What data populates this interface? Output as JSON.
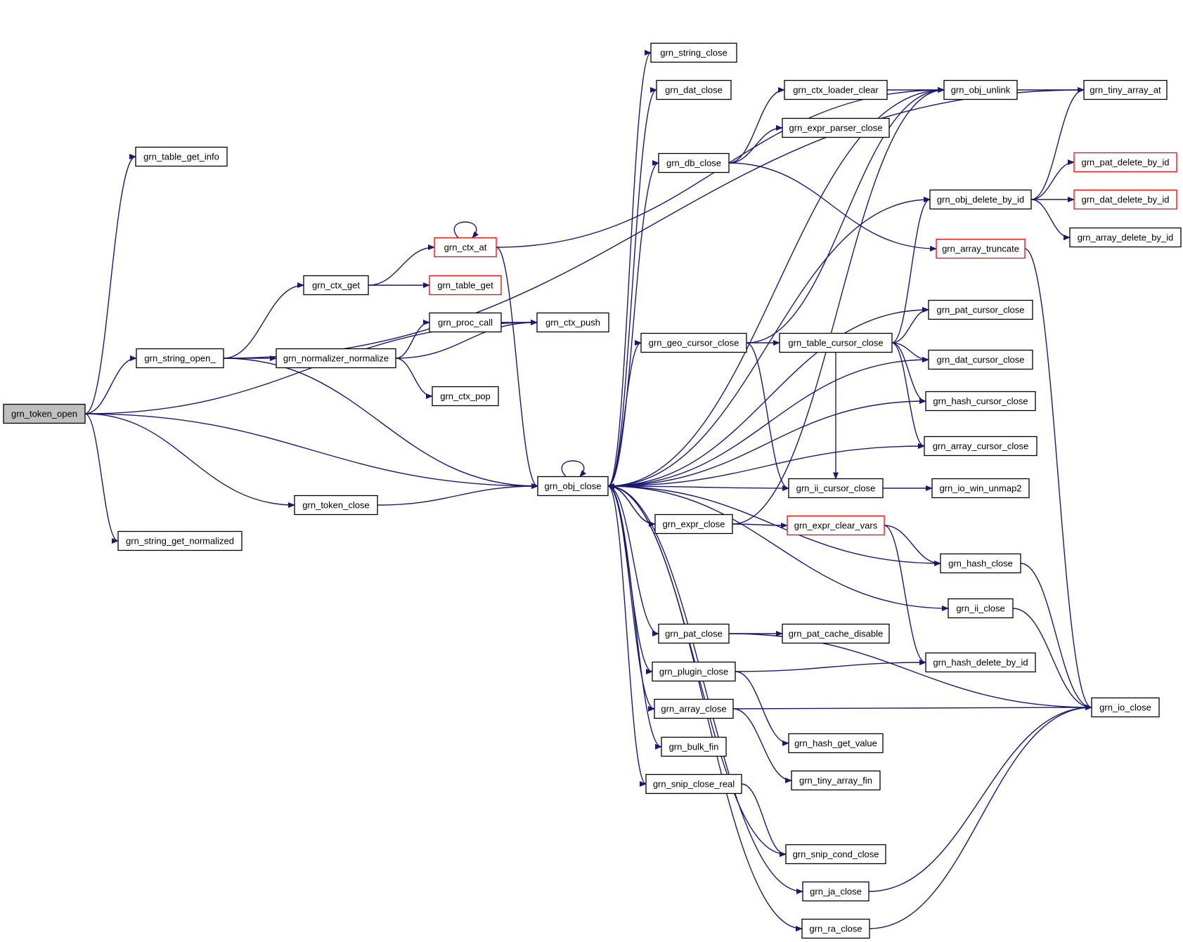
{
  "colors": {
    "edge": "#191970",
    "node_border": "#000000",
    "node_fill": "#ffffff",
    "truncated_border": "#ff0000",
    "root_fill": "#bfbfbf",
    "text": "#000000"
  },
  "nodes": [
    {
      "id": "grn_token_open",
      "label": "grn_token_open",
      "kind": "root"
    },
    {
      "id": "grn_table_get_info",
      "label": "grn_table_get_info",
      "kind": "normal"
    },
    {
      "id": "grn_string_open_",
      "label": "grn_string_open_",
      "kind": "normal"
    },
    {
      "id": "grn_token_close",
      "label": "grn_token_close",
      "kind": "normal"
    },
    {
      "id": "grn_string_get_normalized",
      "label": "grn_string_get_normalized",
      "kind": "normal"
    },
    {
      "id": "grn_ctx_get",
      "label": "grn_ctx_get",
      "kind": "normal"
    },
    {
      "id": "grn_normalizer_normalize",
      "label": "grn_normalizer_normalize",
      "kind": "normal"
    },
    {
      "id": "grn_ctx_at",
      "label": "grn_ctx_at",
      "kind": "truncated"
    },
    {
      "id": "grn_table_get",
      "label": "grn_table_get",
      "kind": "truncated"
    },
    {
      "id": "grn_proc_call",
      "label": "grn_proc_call",
      "kind": "normal"
    },
    {
      "id": "grn_ctx_pop",
      "label": "grn_ctx_pop",
      "kind": "normal"
    },
    {
      "id": "grn_ctx_push",
      "label": "grn_ctx_push",
      "kind": "normal"
    },
    {
      "id": "grn_obj_close",
      "label": "grn_obj_close",
      "kind": "normal"
    },
    {
      "id": "grn_string_close",
      "label": "grn_string_close",
      "kind": "normal"
    },
    {
      "id": "grn_dat_close",
      "label": "grn_dat_close",
      "kind": "normal"
    },
    {
      "id": "grn_db_close",
      "label": "grn_db_close",
      "kind": "normal"
    },
    {
      "id": "grn_geo_cursor_close",
      "label": "grn_geo_cursor_close",
      "kind": "normal"
    },
    {
      "id": "grn_expr_close",
      "label": "grn_expr_close",
      "kind": "normal"
    },
    {
      "id": "grn_pat_close",
      "label": "grn_pat_close",
      "kind": "normal"
    },
    {
      "id": "grn_plugin_close",
      "label": "grn_plugin_close",
      "kind": "normal"
    },
    {
      "id": "grn_array_close",
      "label": "grn_array_close",
      "kind": "normal"
    },
    {
      "id": "grn_bulk_fin",
      "label": "grn_bulk_fin",
      "kind": "normal"
    },
    {
      "id": "grn_snip_close_real",
      "label": "grn_snip_close_real",
      "kind": "normal"
    },
    {
      "id": "grn_ctx_loader_clear",
      "label": "grn_ctx_loader_clear",
      "kind": "normal"
    },
    {
      "id": "grn_expr_parser_close",
      "label": "grn_expr_parser_close",
      "kind": "normal"
    },
    {
      "id": "grn_table_cursor_close",
      "label": "grn_table_cursor_close",
      "kind": "normal"
    },
    {
      "id": "grn_ii_cursor_close",
      "label": "grn_ii_cursor_close",
      "kind": "normal"
    },
    {
      "id": "grn_expr_clear_vars",
      "label": "grn_expr_clear_vars",
      "kind": "truncated"
    },
    {
      "id": "grn_pat_cache_disable",
      "label": "grn_pat_cache_disable",
      "kind": "normal"
    },
    {
      "id": "grn_hash_get_value",
      "label": "grn_hash_get_value",
      "kind": "normal"
    },
    {
      "id": "grn_tiny_array_fin",
      "label": "grn_tiny_array_fin",
      "kind": "normal"
    },
    {
      "id": "grn_snip_cond_close",
      "label": "grn_snip_cond_close",
      "kind": "normal"
    },
    {
      "id": "grn_ja_close",
      "label": "grn_ja_close",
      "kind": "normal"
    },
    {
      "id": "grn_ra_close",
      "label": "grn_ra_close",
      "kind": "normal"
    },
    {
      "id": "grn_obj_unlink",
      "label": "grn_obj_unlink",
      "kind": "normal"
    },
    {
      "id": "grn_obj_delete_by_id",
      "label": "grn_obj_delete_by_id",
      "kind": "normal"
    },
    {
      "id": "grn_array_truncate",
      "label": "grn_array_truncate",
      "kind": "truncated"
    },
    {
      "id": "grn_pat_cursor_close",
      "label": "grn_pat_cursor_close",
      "kind": "normal"
    },
    {
      "id": "grn_dat_cursor_close",
      "label": "grn_dat_cursor_close",
      "kind": "normal"
    },
    {
      "id": "grn_hash_cursor_close",
      "label": "grn_hash_cursor_close",
      "kind": "normal"
    },
    {
      "id": "grn_array_cursor_close",
      "label": "grn_array_cursor_close",
      "kind": "normal"
    },
    {
      "id": "grn_io_win_unmap2",
      "label": "grn_io_win_unmap2",
      "kind": "normal"
    },
    {
      "id": "grn_hash_close",
      "label": "grn_hash_close",
      "kind": "normal"
    },
    {
      "id": "grn_ii_close",
      "label": "grn_ii_close",
      "kind": "normal"
    },
    {
      "id": "grn_hash_delete_by_id",
      "label": "grn_hash_delete_by_id",
      "kind": "normal"
    },
    {
      "id": "grn_tiny_array_at",
      "label": "grn_tiny_array_at",
      "kind": "normal"
    },
    {
      "id": "grn_pat_delete_by_id",
      "label": "grn_pat_delete_by_id",
      "kind": "truncated"
    },
    {
      "id": "grn_dat_delete_by_id",
      "label": "grn_dat_delete_by_id",
      "kind": "truncated"
    },
    {
      "id": "grn_array_delete_by_id",
      "label": "grn_array_delete_by_id",
      "kind": "normal"
    },
    {
      "id": "grn_io_close",
      "label": "grn_io_close",
      "kind": "normal"
    }
  ],
  "edges": [
    [
      "grn_token_open",
      "grn_table_get_info"
    ],
    [
      "grn_token_open",
      "grn_ctx_push"
    ],
    [
      "grn_token_open",
      "grn_string_open_"
    ],
    [
      "grn_token_open",
      "grn_obj_close"
    ],
    [
      "grn_token_open",
      "grn_token_close"
    ],
    [
      "grn_token_open",
      "grn_string_get_normalized"
    ],
    [
      "grn_string_open_",
      "grn_tiny_array_at"
    ],
    [
      "grn_string_open_",
      "grn_ctx_get"
    ],
    [
      "grn_string_open_",
      "grn_normalizer_normalize"
    ],
    [
      "grn_string_open_",
      "grn_obj_close"
    ],
    [
      "grn_ctx_get",
      "grn_ctx_at"
    ],
    [
      "grn_ctx_get",
      "grn_table_get"
    ],
    [
      "grn_ctx_at",
      "grn_ctx_at"
    ],
    [
      "grn_ctx_at",
      "grn_obj_unlink"
    ],
    [
      "grn_ctx_at",
      "grn_obj_close"
    ],
    [
      "grn_normalizer_normalize",
      "grn_proc_call"
    ],
    [
      "grn_normalizer_normalize",
      "grn_ctx_push"
    ],
    [
      "grn_normalizer_normalize",
      "grn_ctx_pop"
    ],
    [
      "grn_proc_call",
      "grn_ctx_push"
    ],
    [
      "grn_token_close",
      "grn_obj_close"
    ],
    [
      "grn_obj_close",
      "grn_obj_close"
    ],
    [
      "grn_obj_close",
      "grn_string_close"
    ],
    [
      "grn_obj_close",
      "grn_dat_close"
    ],
    [
      "grn_obj_close",
      "grn_obj_unlink"
    ],
    [
      "grn_obj_close",
      "grn_db_close"
    ],
    [
      "grn_obj_close",
      "grn_obj_delete_by_id"
    ],
    [
      "grn_obj_close",
      "grn_pat_cursor_close"
    ],
    [
      "grn_obj_close",
      "grn_geo_cursor_close"
    ],
    [
      "grn_obj_close",
      "grn_dat_cursor_close"
    ],
    [
      "grn_obj_close",
      "grn_hash_cursor_close"
    ],
    [
      "grn_obj_close",
      "grn_array_cursor_close"
    ],
    [
      "grn_obj_close",
      "grn_ii_cursor_close"
    ],
    [
      "grn_obj_close",
      "grn_expr_close"
    ],
    [
      "grn_obj_close",
      "grn_hash_close"
    ],
    [
      "grn_obj_close",
      "grn_ii_close"
    ],
    [
      "grn_obj_close",
      "grn_pat_close"
    ],
    [
      "grn_obj_close",
      "grn_plugin_close"
    ],
    [
      "grn_obj_close",
      "grn_array_close"
    ],
    [
      "grn_obj_close",
      "grn_bulk_fin"
    ],
    [
      "grn_obj_close",
      "grn_snip_close_real"
    ],
    [
      "grn_obj_close",
      "grn_ja_close"
    ],
    [
      "grn_obj_close",
      "grn_ra_close"
    ],
    [
      "grn_db_close",
      "grn_ctx_loader_clear"
    ],
    [
      "grn_db_close",
      "grn_expr_parser_close"
    ],
    [
      "grn_db_close",
      "grn_array_truncate"
    ],
    [
      "grn_ctx_loader_clear",
      "grn_obj_unlink"
    ],
    [
      "grn_obj_unlink",
      "grn_tiny_array_at"
    ],
    [
      "grn_geo_cursor_close",
      "grn_obj_unlink"
    ],
    [
      "grn_geo_cursor_close",
      "grn_table_cursor_close"
    ],
    [
      "grn_geo_cursor_close",
      "grn_ii_cursor_close"
    ],
    [
      "grn_table_cursor_close",
      "grn_obj_delete_by_id"
    ],
    [
      "grn_table_cursor_close",
      "grn_pat_cursor_close"
    ],
    [
      "grn_table_cursor_close",
      "grn_dat_cursor_close"
    ],
    [
      "grn_table_cursor_close",
      "grn_hash_cursor_close"
    ],
    [
      "grn_table_cursor_close",
      "grn_array_cursor_close"
    ],
    [
      "grn_table_cursor_close",
      "grn_ii_cursor_close"
    ],
    [
      "grn_ii_cursor_close",
      "grn_io_win_unmap2"
    ],
    [
      "grn_expr_close",
      "grn_obj_close"
    ],
    [
      "grn_expr_close",
      "grn_obj_unlink"
    ],
    [
      "grn_expr_close",
      "grn_expr_clear_vars"
    ],
    [
      "grn_expr_clear_vars",
      "grn_hash_close"
    ],
    [
      "grn_expr_clear_vars",
      "grn_hash_delete_by_id"
    ],
    [
      "grn_obj_delete_by_id",
      "grn_tiny_array_at"
    ],
    [
      "grn_obj_delete_by_id",
      "grn_pat_delete_by_id"
    ],
    [
      "grn_obj_delete_by_id",
      "grn_dat_delete_by_id"
    ],
    [
      "grn_obj_delete_by_id",
      "grn_array_delete_by_id"
    ],
    [
      "grn_array_truncate",
      "grn_io_close"
    ],
    [
      "grn_hash_close",
      "grn_io_close"
    ],
    [
      "grn_ii_close",
      "grn_io_close"
    ],
    [
      "grn_pat_close",
      "grn_pat_cache_disable"
    ],
    [
      "grn_pat_close",
      "grn_io_close"
    ],
    [
      "grn_plugin_close",
      "grn_hash_delete_by_id"
    ],
    [
      "grn_plugin_close",
      "grn_hash_get_value"
    ],
    [
      "grn_array_close",
      "grn_tiny_array_fin"
    ],
    [
      "grn_array_close",
      "grn_io_close"
    ],
    [
      "grn_snip_close_real",
      "grn_snip_cond_close"
    ],
    [
      "grn_snip_cond_close",
      "grn_obj_close"
    ],
    [
      "grn_ja_close",
      "grn_io_close"
    ],
    [
      "grn_ra_close",
      "grn_io_close"
    ]
  ]
}
